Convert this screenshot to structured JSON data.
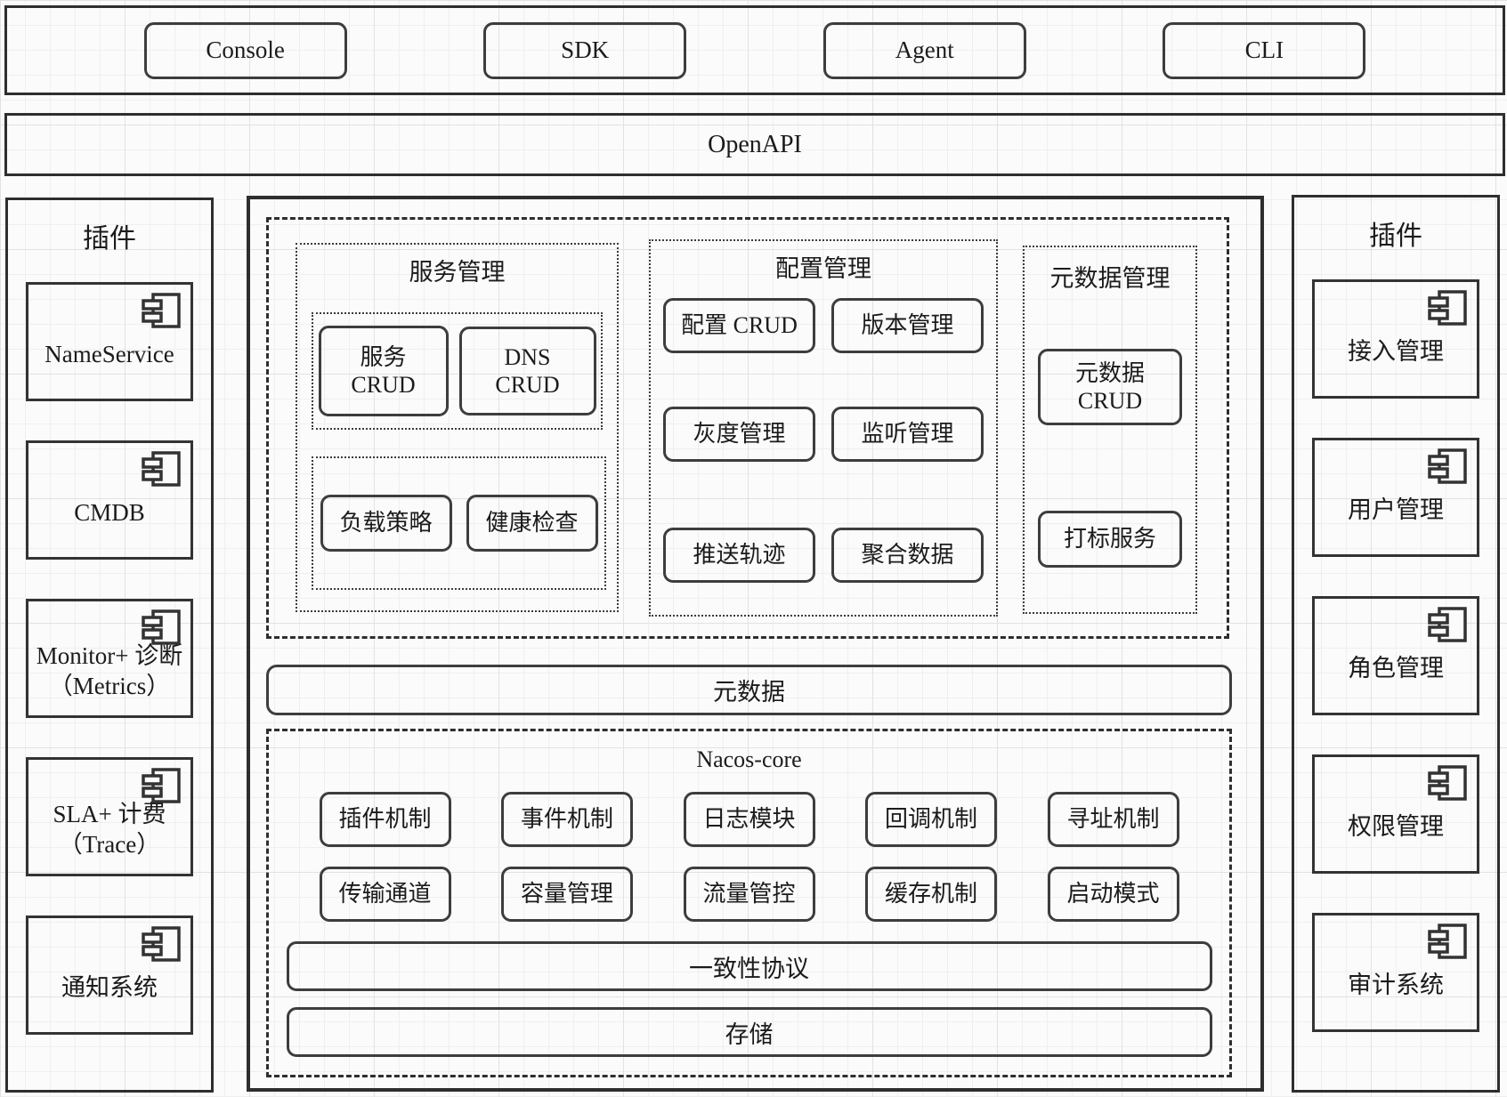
{
  "theme": {
    "line_color": "#333333",
    "text_color": "#1b1b1b",
    "grid_color": "#e2e2e2",
    "paper_color": "#fbfbfb"
  },
  "top_clients": {
    "items": [
      "Console",
      "SDK",
      "Agent",
      "CLI"
    ]
  },
  "openapi_bar": {
    "label": "OpenAPI"
  },
  "left_plugins": {
    "title": "插件",
    "icon": "component-icon",
    "items": [
      {
        "label": "NameService",
        "sublabel": ""
      },
      {
        "label": "CMDB",
        "sublabel": ""
      },
      {
        "label": "Monitor+ 诊断",
        "sublabel": "（Metrics）"
      },
      {
        "label": "SLA+ 计费",
        "sublabel": "（Trace）"
      },
      {
        "label": "通知系统",
        "sublabel": ""
      }
    ]
  },
  "right_plugins": {
    "title": "插件",
    "icon": "component-icon",
    "items": [
      {
        "label": "接入管理",
        "sublabel": ""
      },
      {
        "label": "用户管理",
        "sublabel": ""
      },
      {
        "label": "角色管理",
        "sublabel": ""
      },
      {
        "label": "权限管理",
        "sublabel": ""
      },
      {
        "label": "审计系统",
        "sublabel": ""
      }
    ]
  },
  "service_mgmt": {
    "title": "服务管理",
    "crud_boxes": [
      {
        "line1": "服务",
        "line2": "CRUD"
      },
      {
        "line1": "DNS",
        "line2": "CRUD"
      }
    ],
    "policy_boxes": [
      "负载策略",
      "健康检查"
    ]
  },
  "config_mgmt": {
    "title": "配置管理",
    "boxes": [
      "配置 CRUD",
      "版本管理",
      "灰度管理",
      "监听管理",
      "推送轨迹",
      "聚合数据"
    ]
  },
  "metadata_mgmt": {
    "title": "元数据管理",
    "crud_box": {
      "line1": "元数据",
      "line2": "CRUD"
    },
    "tag_box": "打标服务"
  },
  "metadata_bar": {
    "label": "元数据"
  },
  "nacos_core": {
    "title": "Nacos-core",
    "row1": [
      "插件机制",
      "事件机制",
      "日志模块",
      "回调机制",
      "寻址机制"
    ],
    "row2": [
      "传输通道",
      "容量管理",
      "流量管控",
      "缓存机制",
      "启动模式"
    ],
    "bars": [
      "一致性协议",
      "存储"
    ]
  }
}
